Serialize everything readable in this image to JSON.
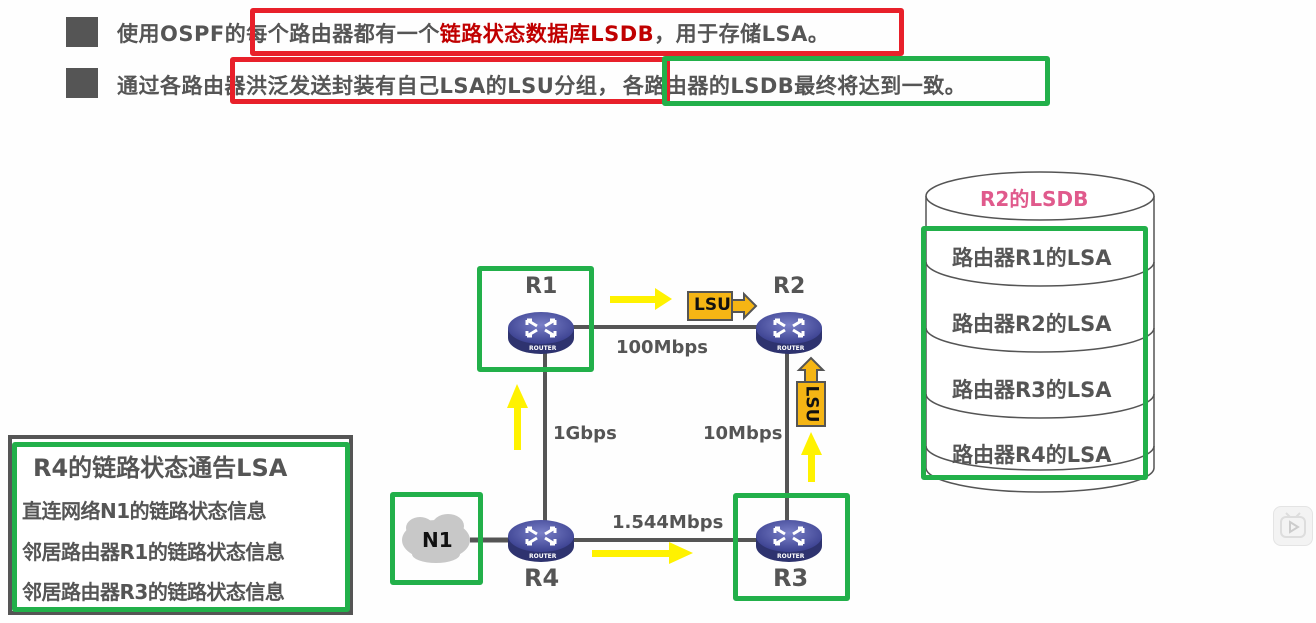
{
  "bullets": [
    {
      "prefix": "使用OSPF的",
      "segments": [
        {
          "text": "每个路由器都有一个",
          "highlight": false
        },
        {
          "text": "链路状态数据库LSDB",
          "highlight": true
        },
        {
          "text": "，用于存储LSA。",
          "highlight": false
        }
      ]
    },
    {
      "prefix": "通过各路由",
      "middle": "器洪泛发送封装有自己LSA的LSU分组，",
      "conclusion": "各路由器的LSDB最终将达到一致。"
    }
  ],
  "topology": {
    "routers": [
      {
        "id": "R1",
        "label": "R1"
      },
      {
        "id": "R2",
        "label": "R2"
      },
      {
        "id": "R3",
        "label": "R3"
      },
      {
        "id": "R4",
        "label": "R4"
      }
    ],
    "router_badge": "ROUTER",
    "network": {
      "id": "N1",
      "label": "N1"
    },
    "links": [
      {
        "from": "R1",
        "to": "R2",
        "bandwidth": "100Mbps"
      },
      {
        "from": "R1",
        "to": "R4",
        "bandwidth": "1Gbps"
      },
      {
        "from": "R2",
        "to": "R3",
        "bandwidth": "10Mbps"
      },
      {
        "from": "R4",
        "to": "R3",
        "bandwidth": "1.544Mbps"
      },
      {
        "from": "N1",
        "to": "R4",
        "bandwidth": ""
      }
    ],
    "packets": [
      {
        "label": "LSU",
        "direction": "right",
        "toward": "R2"
      },
      {
        "label": "LSU",
        "direction": "up",
        "toward": "R2"
      }
    ],
    "colors": {
      "highlight_green": "#22b04a",
      "highlight_red": "#e8202a",
      "arrow_yellow": "#fff200",
      "lsu_orange": "#f5b514",
      "router_blue": "#4a519e"
    }
  },
  "lsa_card": {
    "title": "R4的链路状态通告LSA",
    "rows": [
      "直连网络N1的链路状态信息",
      "邻居路由器R1的链路状态信息",
      "邻居路由器R3的链路状态信息"
    ]
  },
  "lsdb": {
    "title": "R2的LSDB",
    "entries": [
      "路由器R1的LSA",
      "路由器R2的LSA",
      "路由器R3的LSA",
      "路由器R4的LSA"
    ]
  },
  "player": {
    "icon": "play-icon"
  }
}
